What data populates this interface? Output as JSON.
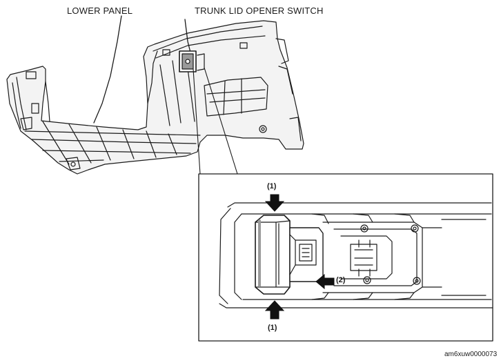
{
  "labels": {
    "lower_panel": "LOWER PANEL",
    "trunk_lid_opener_switch": "TRUNK LID OPENER SWITCH",
    "arrow_1_top": "(1)",
    "arrow_1_bottom": "(1)",
    "arrow_2": "(2)",
    "figure_ref": "am6xuw0000073"
  },
  "colors": {
    "line": "#1a1a1a",
    "panel_fill": "#f3f3f3",
    "shade": "#9a9a9a",
    "arrow": "#111111"
  }
}
